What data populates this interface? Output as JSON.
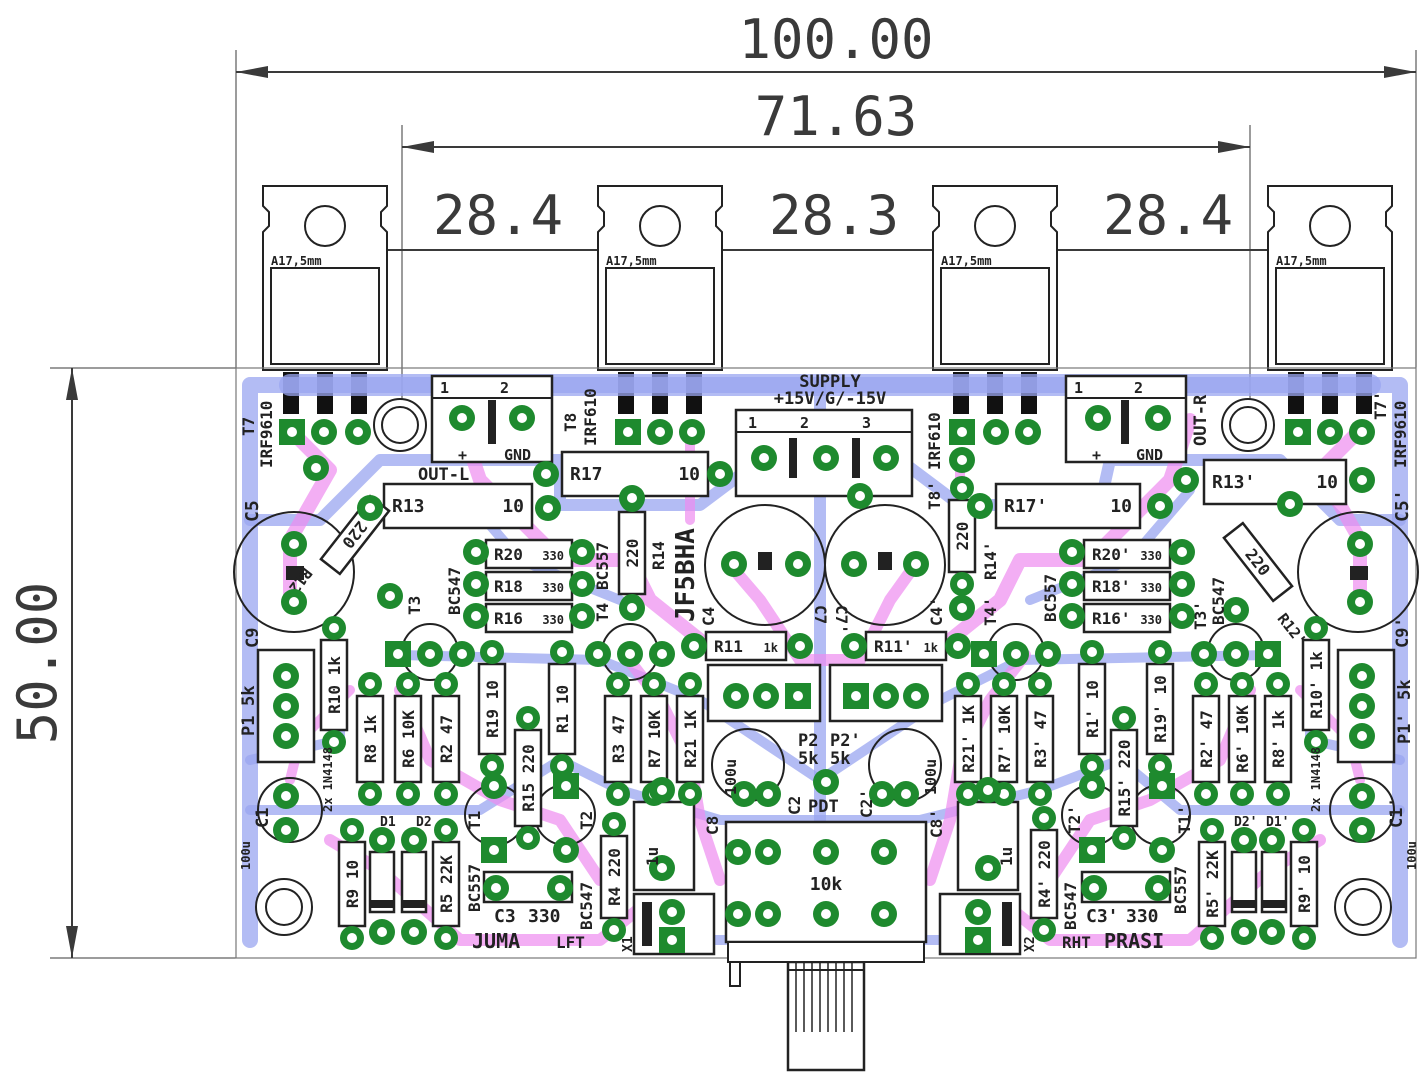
{
  "dimensions": {
    "overall_width": "100.00",
    "pitch_span": "71.63",
    "gap_left": "28.4",
    "gap_middle": "28.3",
    "gap_right": "28.4",
    "board_height": "50.00",
    "heatsink_note": "A17,5mm"
  },
  "labels": {
    "supply_title": "SUPPLY",
    "supply_rails": "+15V/G/-15V",
    "out_left": "OUT-L",
    "out_right": "OUT-R",
    "plus": "+",
    "gnd": "GND",
    "project": "JF5BHA",
    "pdt": "PDT",
    "pot_value": "10k",
    "left_tag": "LFT",
    "right_tag": "RHT",
    "author_left": "JUMA",
    "author_right": "PRASI",
    "x1": "X1",
    "x2": "X2",
    "pin_1": "1",
    "pin_2": "2",
    "pin_3": "3",
    "diodes_left": "2x 1N4148",
    "diodes_right": "2x 1N4148",
    "cap_100u": "100u"
  },
  "components": {
    "t7": "T7",
    "t7_type": "IRF9610",
    "t8": "T8",
    "t8_type": "IRF610",
    "t8p": "T8'",
    "t8p_type": "IRF610",
    "t7p": "T7'",
    "t7p_type": "IRF9610",
    "r13": "R13",
    "r13_val": "10",
    "r17": "R17",
    "r17_val": "10",
    "r17p": "R17'",
    "r17p_val": "10",
    "r13p": "R13'",
    "r13p_val": "10",
    "r12": "R12",
    "r12_val": "220",
    "r12p": "R12'",
    "r12p_val": "220",
    "r14": "R14",
    "r14_val": "220",
    "r14p": "R14'",
    "r14p_val": "220",
    "r20": "R20",
    "r20_val": "330",
    "r18": "R18",
    "r18_val": "330",
    "r16": "R16",
    "r16_val": "330",
    "r20p": "R20'",
    "r20p_val": "330",
    "r18p": "R18'",
    "r18p_val": "330",
    "r16p": "R16'",
    "r16p_val": "330",
    "c5": "C5",
    "c5p": "C5'",
    "c4": "C4",
    "c4p": "C4'",
    "c7": "C7",
    "c7p": "C7'",
    "bc547": "BC547",
    "bc557": "BC557",
    "t3": "T3",
    "t4": "T4",
    "t4p": "T4'",
    "t3p": "T3'",
    "r11": "R11",
    "r11_val": "1k",
    "r11p": "R11'",
    "r11p_val": "1k",
    "c9": "C9",
    "c9p": "C9'",
    "p1": "P1",
    "p1_val": "5k",
    "p1p": "P1'",
    "p1p_val": "5k",
    "r10": "R10",
    "r10_val": "1k",
    "r10p": "R10'",
    "r10p_val": "1k",
    "r8": "R8",
    "r8_val": "1k",
    "r6": "R6",
    "r6_val": "10K",
    "r2": "R2",
    "r2_val": "47",
    "r19": "R19",
    "r19_val": "10",
    "r1": "R1",
    "r1_val": "10",
    "r15": "R15",
    "r15_val": "220",
    "r3": "R3",
    "r3_val": "47",
    "r7": "R7",
    "r7_val": "10K",
    "r21": "R21",
    "r21_val": "1K",
    "r21p": "R21'",
    "r21p_val": "1K",
    "r7p": "R7'",
    "r7p_val": "10K",
    "r3p": "R3'",
    "r3p_val": "47",
    "r1p": "R1'",
    "r1p_val": "10",
    "r15p": "R15'",
    "r15p_val": "220",
    "r19p": "R19'",
    "r19p_val": "10",
    "r2p": "R2'",
    "r2p_val": "47",
    "r6p": "R6'",
    "r6p_val": "10K",
    "r8p": "R8'",
    "r8p_val": "1k",
    "p2": "P2",
    "p2_val": "5k",
    "p2p": "P2'",
    "p2p_val": "5k",
    "c2": "C2",
    "c2p": "C2'",
    "c1": "C1",
    "c1p": "C1'",
    "d1": "D1",
    "d2": "D2",
    "d1p": "D1'",
    "d2p": "D2'",
    "t1": "T1",
    "t2": "T2",
    "t1p": "T1'",
    "t2p": "T2'",
    "c8": "C8",
    "c8p": "C8'",
    "c8_val": "1u",
    "c8p_val": "1u",
    "r9": "R9",
    "r9_val": "10",
    "r5": "R5",
    "r5_val": "22K",
    "c3": "C3",
    "c3_val": "330",
    "r4": "R4",
    "r4_val": "220",
    "r4p": "R4'",
    "r4p_val": "220",
    "c3p": "C3'",
    "c3p_val": "330",
    "r5p": "R5'",
    "r5p_val": "22K",
    "r9p": "R9'",
    "r9p_val": "10"
  },
  "colors": {
    "pad": "#1e8a2e",
    "top_trace": "#9aa6f0",
    "bottom_trace": "#ee8cf0",
    "silk": "#222222",
    "dimension": "#3a3a3a"
  }
}
